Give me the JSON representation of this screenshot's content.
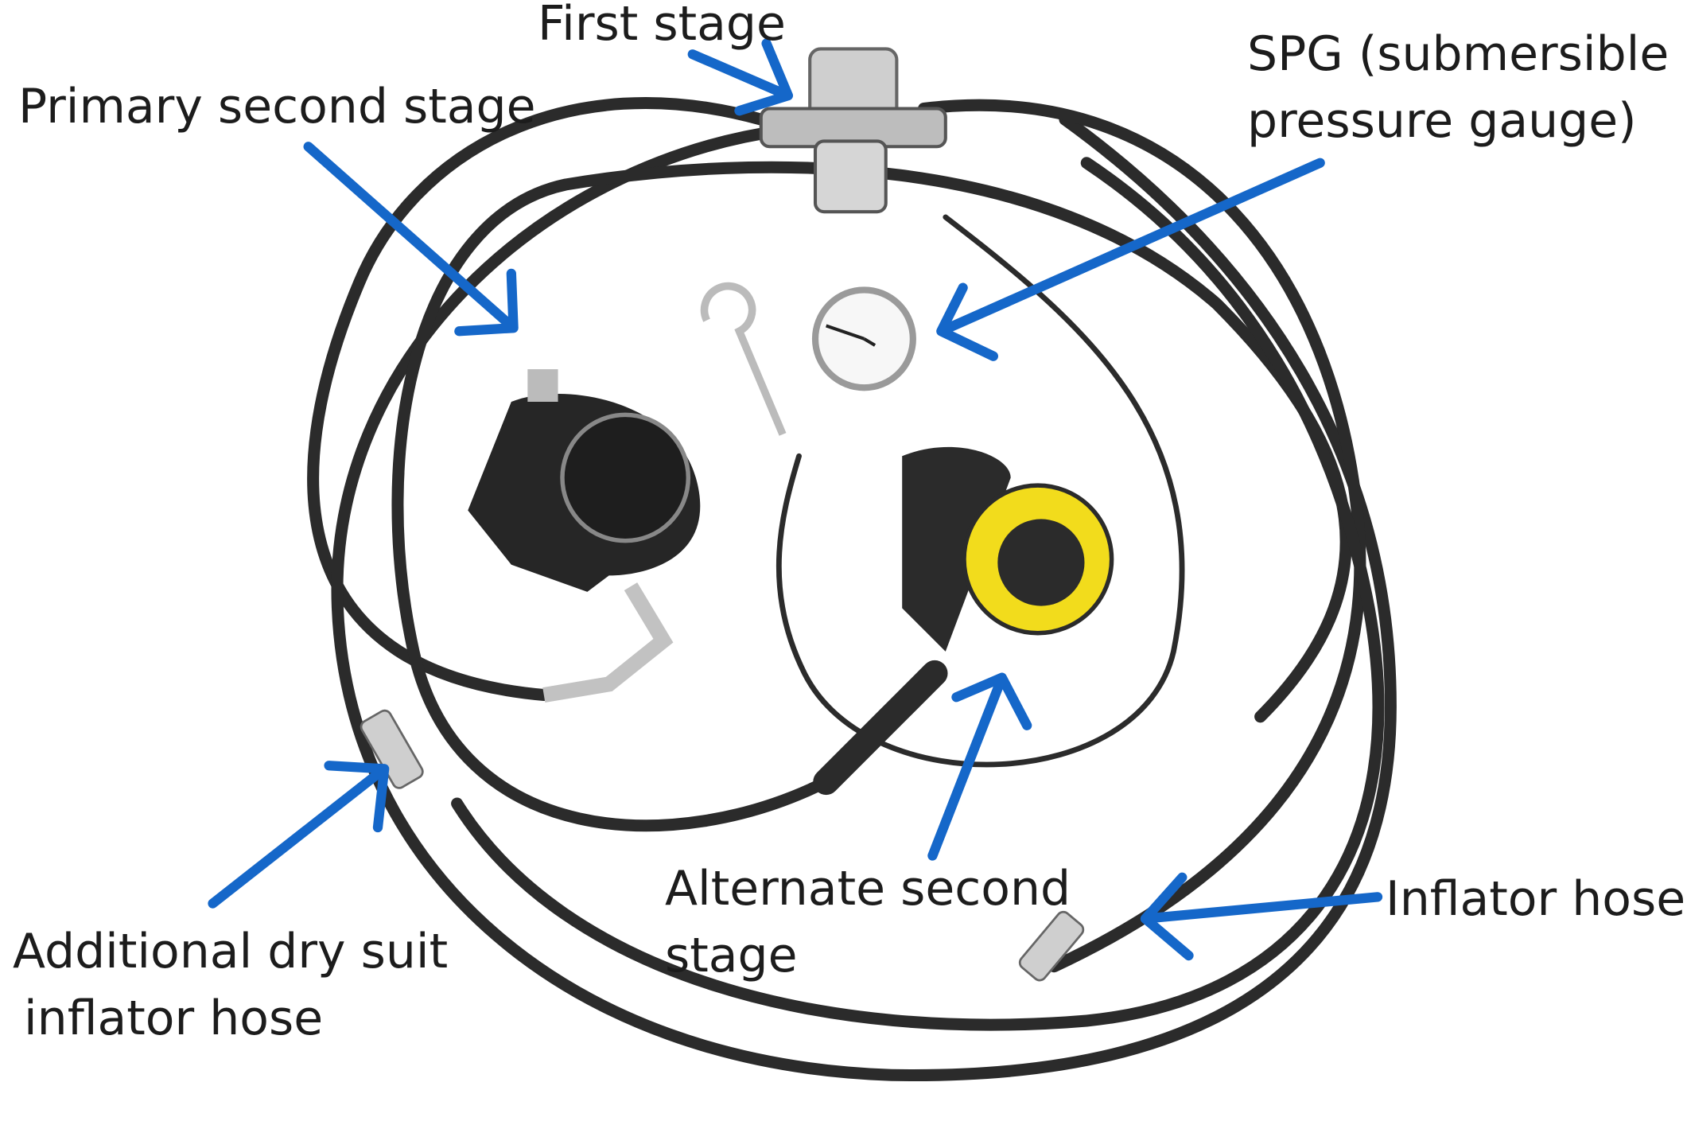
{
  "labels": {
    "first_stage": "First stage",
    "primary_second_stage": "Primary second stage",
    "spg_line1": "SPG (submersible",
    "spg_line2": "pressure gauge)",
    "alternate_line1": "Alternate second",
    "alternate_line2": "stage",
    "inflator_hose": "Inflator hose",
    "drysuit_line1": "Additional dry suit",
    "drysuit_line2": "inflator hose"
  },
  "colors": {
    "arrow": "#1567c9",
    "hose": "#2b2b2b",
    "alternate": "#f2dc1c",
    "chrome": "#c9c9c9"
  }
}
